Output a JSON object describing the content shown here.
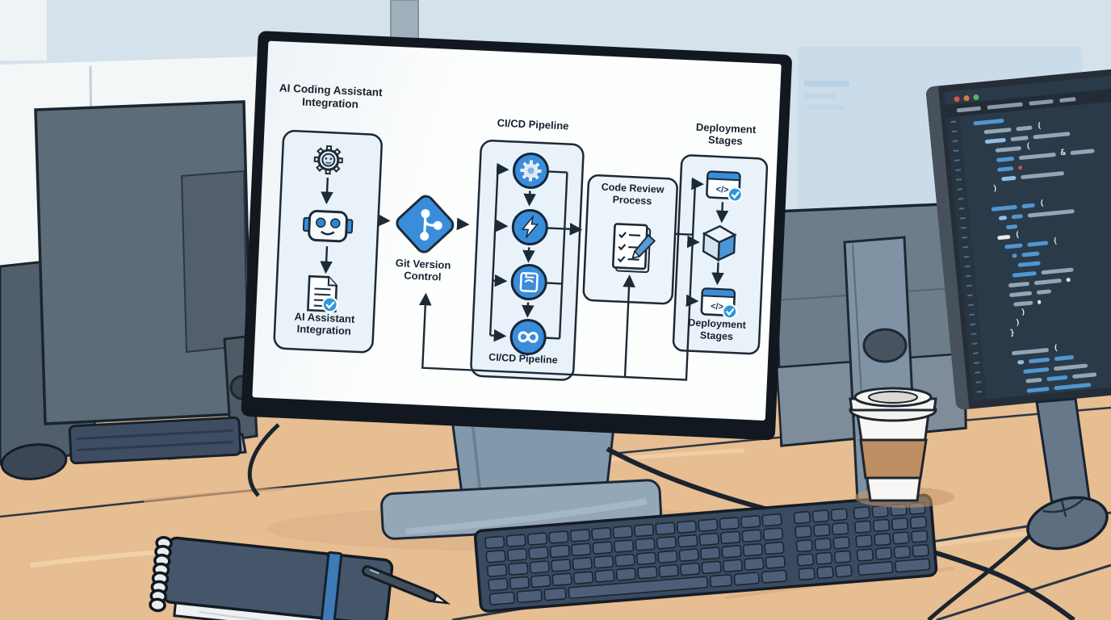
{
  "diagram": {
    "title": "AI Coding Assistant Integration",
    "ai_node": {
      "label": "AI Assistant Integration",
      "icons": [
        "gear-bot-icon",
        "robot-icon",
        "document-check-icon"
      ]
    },
    "git_node": {
      "label": "Git Version Control",
      "icon": "git-branch-icon"
    },
    "pipeline": {
      "label_top": "CI/CD Pipeline",
      "label_bottom": "CI/CD Pipeline",
      "icons": [
        "gear-icon",
        "lightning-icon",
        "package-icon",
        "infinity-icon"
      ]
    },
    "review_node": {
      "label": "Code Review Process",
      "icon": "checklist-pen-icon"
    },
    "deploy": {
      "label_top": "Deployment Stages",
      "label_bottom": "Deployment Stages",
      "browser_glyph": "</>",
      "icons": [
        "browser-code-check-icon",
        "cube-icon",
        "browser-code-check-icon"
      ]
    },
    "colors": {
      "accent_blue": "#3a8ddb",
      "node_fill": "#e9f1f9",
      "outline": "#1c2a36",
      "badge_blue": "#2f97d8"
    }
  },
  "code_monitor": {
    "traffic_lights": [
      "#d25048",
      "#d77a4a",
      "#58b368"
    ],
    "palette": {
      "b": "#4f97d4",
      "lb": "#8fbfe8",
      "g": "#93a6b5",
      "w": "#e3eaf0",
      "r": "#c0564e"
    },
    "gutter_rows": 30,
    "lines": [
      {
        "pad": 10,
        "segs": [
          {
            "k": "b",
            "w": 38
          }
        ]
      },
      {
        "pad": 22,
        "segs": [
          {
            "k": "g",
            "w": 34
          },
          {
            "k": "g",
            "w": 20
          },
          {
            "t": "("
          }
        ]
      },
      {
        "pad": 22,
        "segs": [
          {
            "k": "lb",
            "w": 26
          },
          {
            "k": "g",
            "w": 22
          },
          {
            "k": "g",
            "w": 46
          }
        ]
      },
      {
        "pad": 34,
        "segs": [
          {
            "k": "g",
            "w": 32
          },
          {
            "t": "("
          }
        ]
      },
      {
        "pad": 34,
        "segs": [
          {
            "k": "b",
            "w": 22
          },
          {
            "k": "g",
            "w": 46
          },
          {
            "t": "&"
          },
          {
            "k": "g",
            "w": 30
          }
        ]
      },
      {
        "pad": 34,
        "segs": [
          {
            "k": "b",
            "w": 20
          },
          {
            "k": "r",
            "w": 5
          }
        ]
      },
      {
        "pad": 38,
        "segs": [
          {
            "k": "lb",
            "w": 18
          },
          {
            "k": "g",
            "w": 54
          }
        ]
      },
      {
        "pad": 26,
        "segs": [
          {
            "t": ")"
          }
        ]
      },
      {},
      {
        "pad": 22,
        "segs": [
          {
            "k": "b",
            "w": 32
          },
          {
            "k": "b",
            "w": 16
          },
          {
            "t": "("
          }
        ]
      },
      {
        "pad": 30,
        "segs": [
          {
            "k": "lb",
            "w": 10
          },
          {
            "k": "b",
            "w": 14
          },
          {
            "k": "g",
            "w": 58
          }
        ]
      },
      {
        "pad": 38,
        "segs": [
          {
            "k": "b",
            "w": 14
          }
        ]
      },
      {
        "pad": 26,
        "segs": [
          {
            "k": "w",
            "w": 16
          },
          {
            "t": "("
          }
        ]
      },
      {
        "pad": 34,
        "segs": [
          {
            "k": "b",
            "w": 22
          },
          {
            "k": "b",
            "w": 26
          },
          {
            "t": "("
          }
        ]
      },
      {
        "pad": 42,
        "segs": [
          {
            "k": "b",
            "w": 6
          },
          {
            "k": "b",
            "w": 22
          }
        ]
      },
      {
        "pad": 48,
        "segs": [
          {
            "k": "b",
            "w": 28
          }
        ]
      },
      {
        "pad": 40,
        "segs": [
          {
            "k": "b",
            "w": 30
          },
          {
            "k": "g",
            "w": 40
          }
        ]
      },
      {
        "pad": 34,
        "segs": [
          {
            "k": "g",
            "w": 26
          },
          {
            "k": "g",
            "w": 34
          },
          {
            "k": "w",
            "w": 5
          }
        ]
      },
      {
        "pad": 34,
        "segs": [
          {
            "k": "g",
            "w": 28
          },
          {
            "k": "g",
            "w": 18
          }
        ]
      },
      {
        "pad": 38,
        "segs": [
          {
            "k": "g",
            "w": 24
          },
          {
            "k": "w",
            "w": 4
          }
        ]
      },
      {
        "pad": 46,
        "segs": [
          {
            "t": ")"
          }
        ]
      },
      {
        "pad": 38,
        "segs": [
          {
            "t": ")"
          }
        ]
      },
      {
        "pad": 30,
        "segs": [
          {
            "t": "}"
          }
        ]
      },
      {},
      {
        "pad": 30,
        "segs": [
          {
            "k": "g",
            "w": 46
          },
          {
            "t": "("
          }
        ]
      },
      {
        "pad": 36,
        "segs": [
          {
            "k": "lb",
            "w": 8
          },
          {
            "k": "b",
            "w": 26
          },
          {
            "k": "b",
            "w": 24
          }
        ]
      },
      {
        "pad": 42,
        "segs": [
          {
            "k": "b",
            "w": 32
          },
          {
            "k": "g",
            "w": 42
          }
        ]
      },
      {
        "pad": 44,
        "segs": [
          {
            "k": "g",
            "w": 20
          },
          {
            "k": "b",
            "w": 26
          },
          {
            "k": "g",
            "w": 30
          }
        ]
      },
      {
        "pad": 44,
        "segs": [
          {
            "k": "b",
            "w": 28
          },
          {
            "k": "b",
            "w": 46
          }
        ]
      },
      {
        "pad": 34,
        "segs": [
          {
            "t": "}"
          }
        ]
      }
    ]
  }
}
